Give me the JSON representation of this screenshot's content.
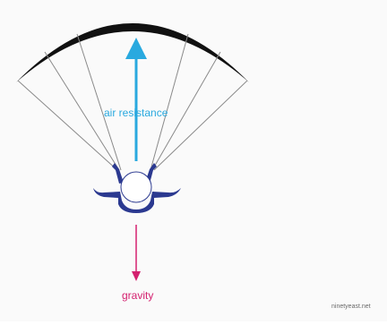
{
  "labels": {
    "air_resistance": "air resistance",
    "gravity": "gravity",
    "credit": "ninetyeast.net"
  },
  "colors": {
    "canopy": "#111111",
    "lines": "#8a8a8a",
    "air_resistance": "#29a9df",
    "gravity": "#d4216f",
    "skydiver": "#2b3990",
    "head": "#ffffff"
  }
}
